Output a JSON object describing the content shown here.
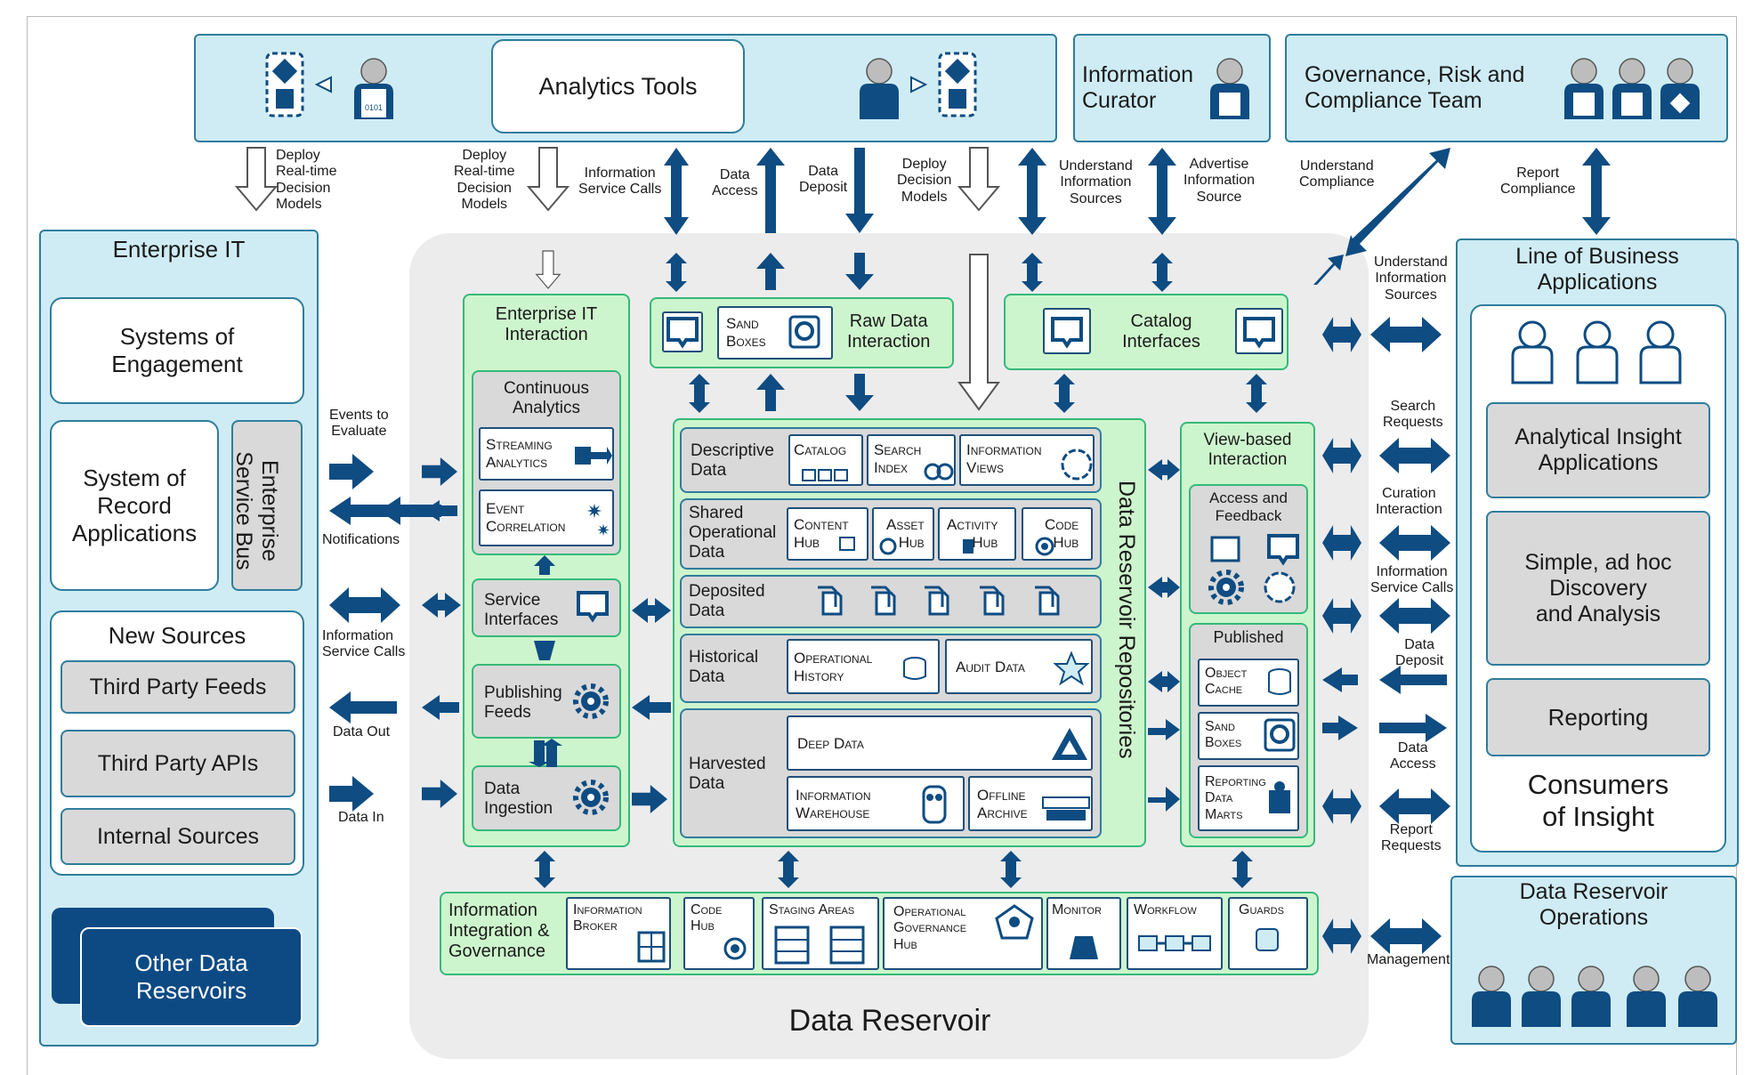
{
  "top": {
    "analytics_tools": "Analytics Tools",
    "info_curator": "Information\nCurator",
    "governance_team": "Governance, Risk and\nCompliance Team"
  },
  "flows": {
    "deploy_rt_left": "Deploy\nReal-time\nDecision\nModels",
    "deploy_rt_right": "Deploy\nReal-time\nDecision\nModels",
    "info_service_calls_top": "Information\nService Calls",
    "data_access_top": "Data\nAccess",
    "data_deposit_top": "Data\nDeposit",
    "deploy_decision": "Deploy\nDecision\nModels",
    "understand_info_sources_top": "Understand\nInformation\nSources",
    "advertise_info_source": "Advertise\nInformation\nSource",
    "understand_compliance": "Understand\nCompliance",
    "report_compliance": "Report\nCompliance",
    "events_to_evaluate": "Events to\nEvaluate",
    "notifications": "Notifications",
    "info_service_calls_left": "Information\nService Calls",
    "data_out": "Data Out",
    "data_in": "Data In",
    "understand_info_sources_right": "Understand\nInformation\nSources",
    "search_requests": "Search\nRequests",
    "curation_interaction": "Curation\nInteraction",
    "info_service_calls_right": "Information\nService Calls",
    "data_deposit_right": "Data\nDeposit",
    "data_access_right": "Data\nAccess",
    "report_requests": "Report\nRequests",
    "management": "Management"
  },
  "enterprise_it": {
    "title": "Enterprise IT",
    "systems_engagement": "Systems of\nEngagement",
    "system_record": "System of\nRecord\nApplications",
    "service_bus": "Enterprise\nService Bus",
    "new_sources": "New Sources",
    "third_party_feeds": "Third Party Feeds",
    "third_party_apis": "Third Party APIs",
    "internal_sources": "Internal Sources",
    "other_reservoirs": "Other Data\nReservoirs"
  },
  "reservoir": {
    "title": "Data Reservoir",
    "eit_interaction": "Enterprise IT\nInteraction",
    "continuous_analytics": "Continuous\nAnalytics",
    "streaming_analytics": "Streaming\nAnalytics",
    "event_correlation": "Event\nCorrelation",
    "service_interfaces": "Service\nInterfaces",
    "publishing_feeds": "Publishing\nFeeds",
    "data_ingestion": "Data\nIngestion",
    "sand_boxes": "Sand\nBoxes",
    "raw_data_interaction": "Raw Data\nInteraction",
    "catalog_interfaces": "Catalog\nInterfaces",
    "repositories_title": "Data Reservoir Repositories",
    "descriptive_data": "Descriptive\nData",
    "catalog": "Catalog",
    "search_index": "Search\nIndex",
    "information_views": "Information\nViews",
    "shared_operational": "Shared\nOperational\nData",
    "content_hub": "Content\nHub",
    "asset_hub": "Asset\nHub",
    "activity_hub": "Activity\nHub",
    "code_hub": "Code\nHub",
    "deposited_data": "Deposited\nData",
    "historical_data": "Historical\nData",
    "operational_history": "Operational\nHistory",
    "audit_data": "Audit Data",
    "harvested_data": "Harvested\nData",
    "deep_data": "Deep Data",
    "information_warehouse": "Information\nWarehouse",
    "offline_archive": "Offline\nArchive",
    "view_based": "View-based\nInteraction",
    "access_feedback": "Access and\nFeedback",
    "published": "Published",
    "object_cache": "Object\nCache",
    "sand_boxes_2": "Sand\nBoxes",
    "reporting_marts": "Reporting\nData\nMarts",
    "iig": "Information\nIntegration &\nGovernance",
    "info_broker": "Information\nBroker",
    "code_hub_2": "Code\nHub",
    "staging_areas": "Staging Areas",
    "op_governance_hub": "Operational\nGovernance\nHub",
    "monitor": "Monitor",
    "workflow": "Workflow",
    "guards": "Guards"
  },
  "lob": {
    "title": "Line of Business\nApplications",
    "analytical_insight": "Analytical Insight\nApplications",
    "simple_adhoc": "Simple, ad hoc\nDiscovery\nand Analysis",
    "reporting": "Reporting",
    "consumers": "Consumers\nof Insight"
  },
  "operations": {
    "title": "Data Reservoir\nOperations"
  }
}
